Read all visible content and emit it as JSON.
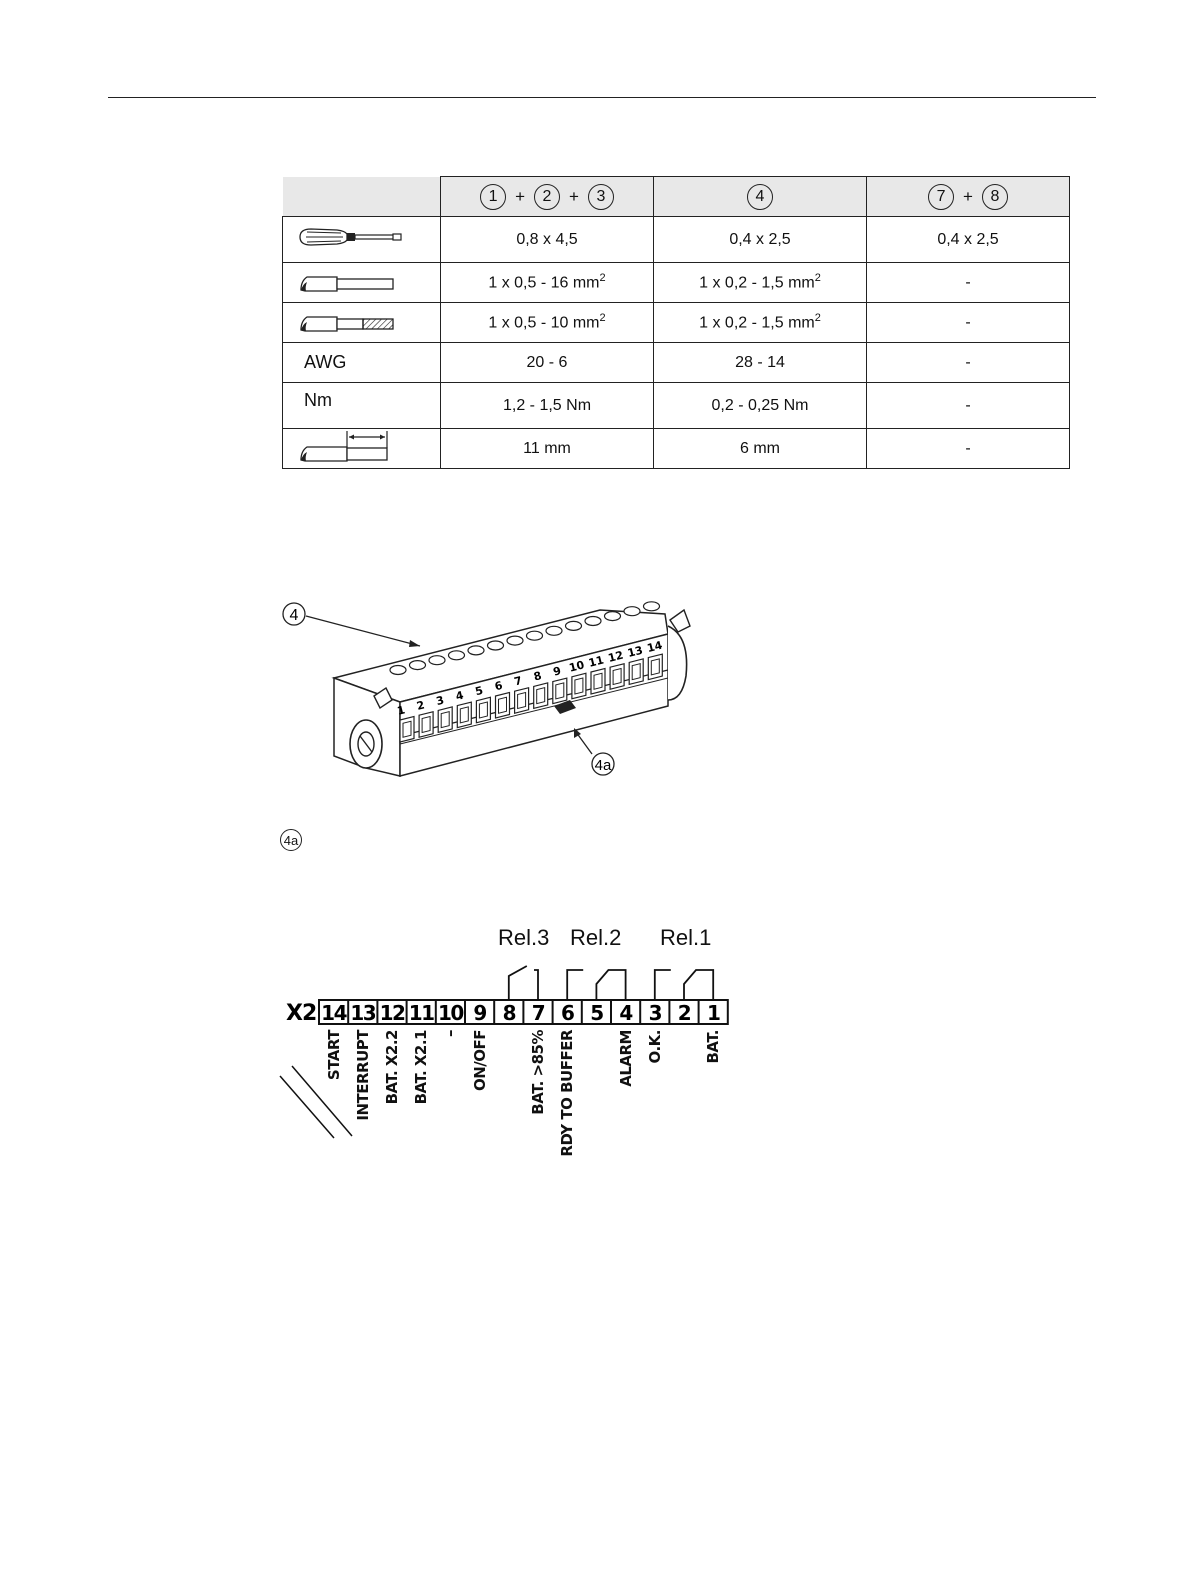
{
  "table": {
    "headers": [
      {
        "circles": [
          "1",
          "2",
          "3"
        ],
        "joiner": "+"
      },
      {
        "circles": [
          "4"
        ],
        "joiner": "+"
      },
      {
        "circles": [
          "7",
          "8"
        ],
        "joiner": "+"
      }
    ],
    "rows": [
      {
        "icon": "screwdriver-icon",
        "label": "",
        "cells": [
          {
            "t": "0,8 x 4,5"
          },
          {
            "t": "0,4 x 2,5"
          },
          {
            "t": "0,4 x 2,5"
          }
        ]
      },
      {
        "icon": "solid-wire-icon",
        "label": "",
        "cells": [
          {
            "t": "1 x 0,5 - 16 mm",
            "sup": "2"
          },
          {
            "t": "1 x 0,2 - 1,5 mm",
            "sup": "2"
          },
          {
            "t": "-"
          }
        ]
      },
      {
        "icon": "stranded-wire-ferrule-icon",
        "label": "",
        "cells": [
          {
            "t": "1 x 0,5 - 10 mm",
            "sup": "2"
          },
          {
            "t": "1 x 0,2 - 1,5 mm",
            "sup": "2"
          },
          {
            "t": "-"
          }
        ]
      },
      {
        "icon": "",
        "label": "AWG",
        "cells": [
          {
            "t": "20 - 6"
          },
          {
            "t": "28 - 14"
          },
          {
            "t": "-"
          }
        ]
      },
      {
        "icon": "",
        "label": "Nm",
        "cells": [
          {
            "t": "1,2 - 1,5 Nm"
          },
          {
            "t": "0,2 - 0,25 Nm"
          },
          {
            "t": "-"
          }
        ]
      },
      {
        "icon": "strip-length-icon",
        "label": "",
        "cells": [
          {
            "t": "11 mm"
          },
          {
            "t": "6 mm"
          },
          {
            "t": "-"
          }
        ]
      }
    ]
  },
  "connector_figure": {
    "callout_main": "4",
    "callout_sub": "4a",
    "pin_numbers": [
      "1",
      "2",
      "3",
      "4",
      "5",
      "6",
      "7",
      "8",
      "9",
      "10",
      "11",
      "12",
      "13",
      "14"
    ]
  },
  "legend_4a": {
    "symbol": "4a",
    "text": ""
  },
  "terminal_diagram": {
    "block_label": "X2",
    "relays": [
      "Rel.3",
      "Rel.2",
      "Rel.1"
    ],
    "terminals": [
      "14",
      "13",
      "12",
      "11",
      "10",
      "9",
      "8",
      "7",
      "6",
      "5",
      "4",
      "3",
      "2",
      "1"
    ],
    "labels": {
      "14": "START",
      "13": "INTERRUPT",
      "12": "BAT. X2.2",
      "11": "BAT. X2.1",
      "10": "–",
      "9": "ON/OFF",
      "7": "BAT. >85%",
      "6": "RDY TO BUFFER",
      "4": "ALARM",
      "3": "O.K.",
      "1": "BAT."
    }
  }
}
